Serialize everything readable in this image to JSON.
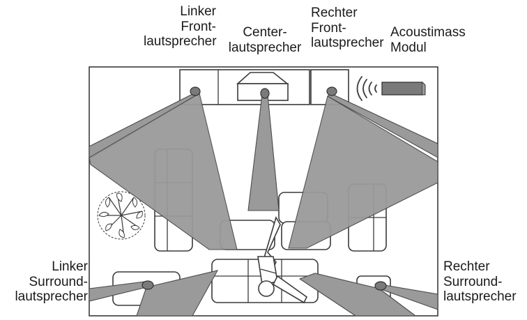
{
  "labels": {
    "left_front": [
      "Linker",
      "Front-",
      "lautsprecher"
    ],
    "center": [
      "Center-",
      "lautsprecher"
    ],
    "right_front": [
      "Rechter",
      "Front-",
      "lautsprecher"
    ],
    "acoustimass": [
      "Acoustimass",
      "Modul"
    ],
    "left_surround": [
      "Linker",
      "Surround-",
      "lautsprecher"
    ],
    "right_surround": [
      "Rechter",
      "Surround-",
      "lautsprecher"
    ]
  },
  "colors": {
    "beam": "#9a9a9a",
    "speaker": "#7a7a7a",
    "outline": "#3a3a3a"
  }
}
